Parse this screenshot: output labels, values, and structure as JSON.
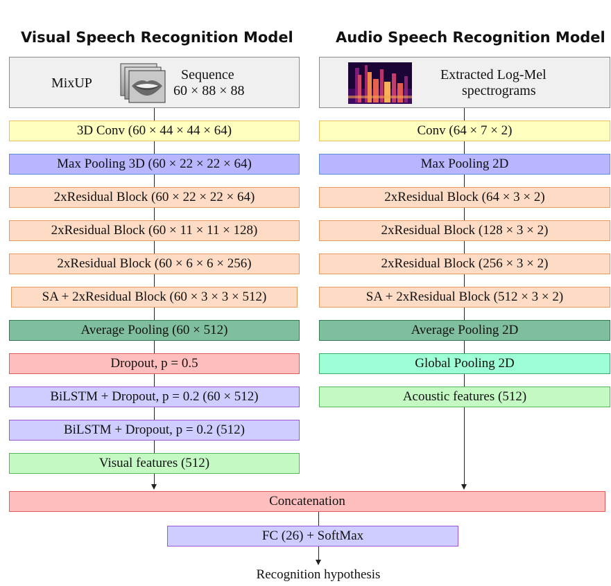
{
  "visual": {
    "title": "Visual Speech Recognition Model",
    "input_left": "MixUP",
    "input_line1": "Sequence",
    "input_line2": "60 × 88 × 88",
    "blocks": [
      "3D Conv (60 × 44 × 44 × 64)",
      "Max Pooling 3D (60 × 22 × 22 × 64)",
      "2xResidual Block (60 × 22 × 22 × 64)",
      "2xResidual Block (60 × 11 × 11 × 128)",
      "2xResidual Block (60 × 6 × 6 × 256)",
      "SA + 2xResidual Block (60 × 3 × 3 × 512)",
      "Average Pooling (60 × 512)",
      "Dropout, p = 0.5",
      "BiLSTM + Dropout, p = 0.2 (60 × 512)",
      "BiLSTM + Dropout, p = 0.2 (512)",
      "Visual features (512)"
    ]
  },
  "audio": {
    "title": "Audio Speech Recognition Model",
    "input_line1": "Extracted Log-Mel",
    "input_line2": "spectrograms",
    "blocks": [
      "Conv (64 × 7 × 2)",
      "Max Pooling 2D",
      "2xResidual Block (64 × 3 × 2)",
      "2xResidual Block (128 × 3 × 2)",
      "2xResidual Block (256 × 3 × 2)",
      "SA + 2xResidual Block (512 × 3 × 2)",
      "Average Pooling 2D",
      "Global Pooling 2D",
      "Acoustic features (512)"
    ]
  },
  "fusion": {
    "concat": "Concatenation",
    "fc": "FC (26) + SoftMax",
    "output": "Recognition hypothesis"
  }
}
